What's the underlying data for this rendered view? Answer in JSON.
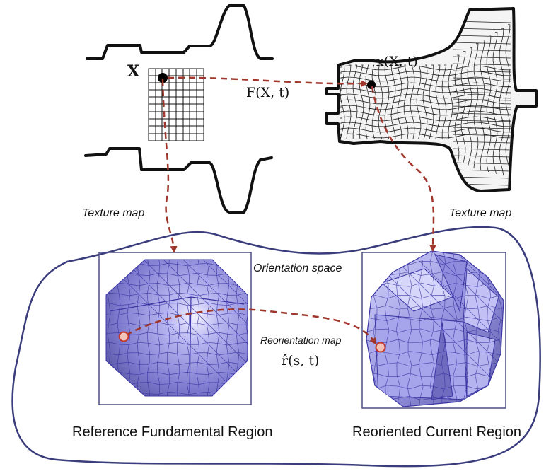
{
  "labels": {
    "reference_point": "X",
    "deformation_map": "F(X, t)",
    "current_point": "x(X, t)",
    "texture_map_left": "Texture map",
    "texture_map_right": "Texture map",
    "orientation_space": "Orientation space",
    "reorientation_map": "Reorientation map",
    "reorientation_symbol": "r̂(s, t)",
    "reference_region": "Reference Fundamental Region",
    "current_region": "Reoriented Current Region"
  },
  "colors": {
    "outline": "#111111",
    "arrow": "#a0362c",
    "space_boundary": "#3a3c7c",
    "polytope_fill": "#8c8ad8",
    "polytope_edge": "#3b36a4",
    "point_fill": "#f1c3b8",
    "point_edge": "#c2382c"
  }
}
